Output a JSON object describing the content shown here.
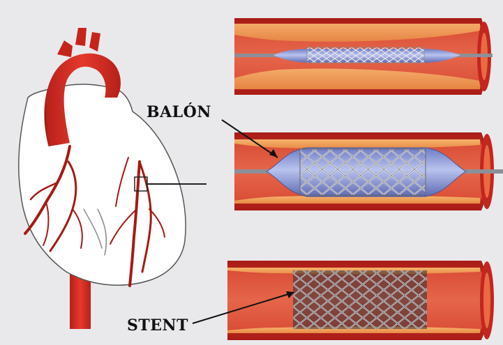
{
  "labels": {
    "balloon": "BALÓN",
    "stent": "STENT"
  },
  "colors": {
    "background": "#e9e9ec",
    "artery_red": "#d8322a",
    "vessel_wall": "#c9281f",
    "vessel_inner": "#f3a15a",
    "balloon_blue": "#8e9ad8",
    "stent_metal": "#d8d8dc"
  },
  "icons": [
    "heart-illustration",
    "artery-section",
    "balloon-catheter",
    "stent-mesh"
  ]
}
